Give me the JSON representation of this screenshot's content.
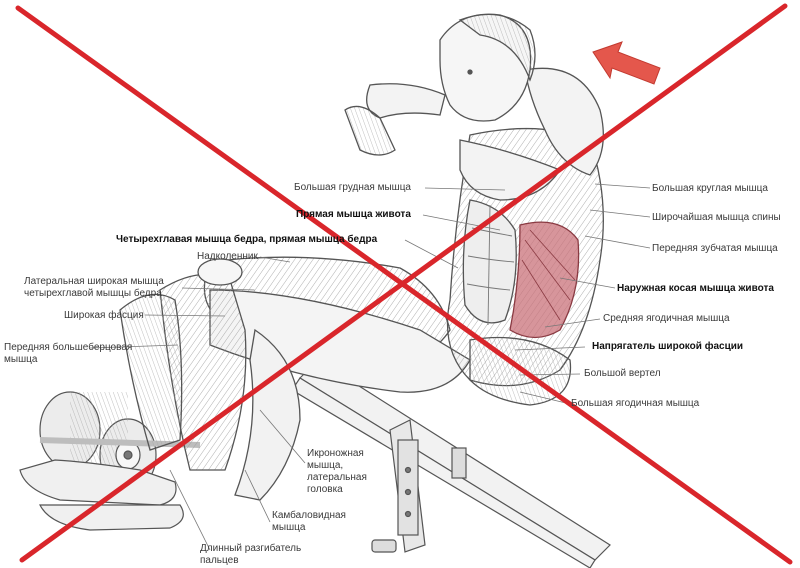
{
  "labels": {
    "pectoralis_major": "Большая грудная мышца",
    "rectus_abdominis": "Прямая мышца живота",
    "quadriceps_rectus_femoris": "Четырехглавая мышца бедра, прямая мышца бедра",
    "patella": "Надколенник",
    "vastus_lateralis": "Латеральная широкая мышца четырехглавой мышцы бедра",
    "fascia_lata": "Широкая фасция",
    "tibialis_anterior": "Передняя большеберцовая мышца",
    "gastrocnemius_lateral_head": "Икроножная мышца, латеральная головка",
    "soleus": "Камбаловидная мышца",
    "extensor_digitorum_longus": "Длинный разгибатель пальцев",
    "teres_major": "Большая круглая мышца",
    "latissimus_dorsi": "Широчайшая мышца спины",
    "serratus_anterior": "Передняя зубчатая мышца",
    "external_oblique": "Наружная косая мышца живота",
    "gluteus_medius": "Средняя ягодичная мышца",
    "tensor_fasciae_latae": "Напрягатель широкой фасции",
    "greater_trochanter": "Большой вертел",
    "gluteus_maximus": "Большая ягодичная мышца"
  },
  "colors": {
    "cross": "#d9262b",
    "arrow": "#e4574c",
    "oblique_highlight": "#c9717a",
    "line_art": "#555555",
    "leader": "#777777"
  },
  "icons": {
    "direction_arrow": "arrow-icon",
    "rejection_mark": "cross-mark-icon"
  }
}
